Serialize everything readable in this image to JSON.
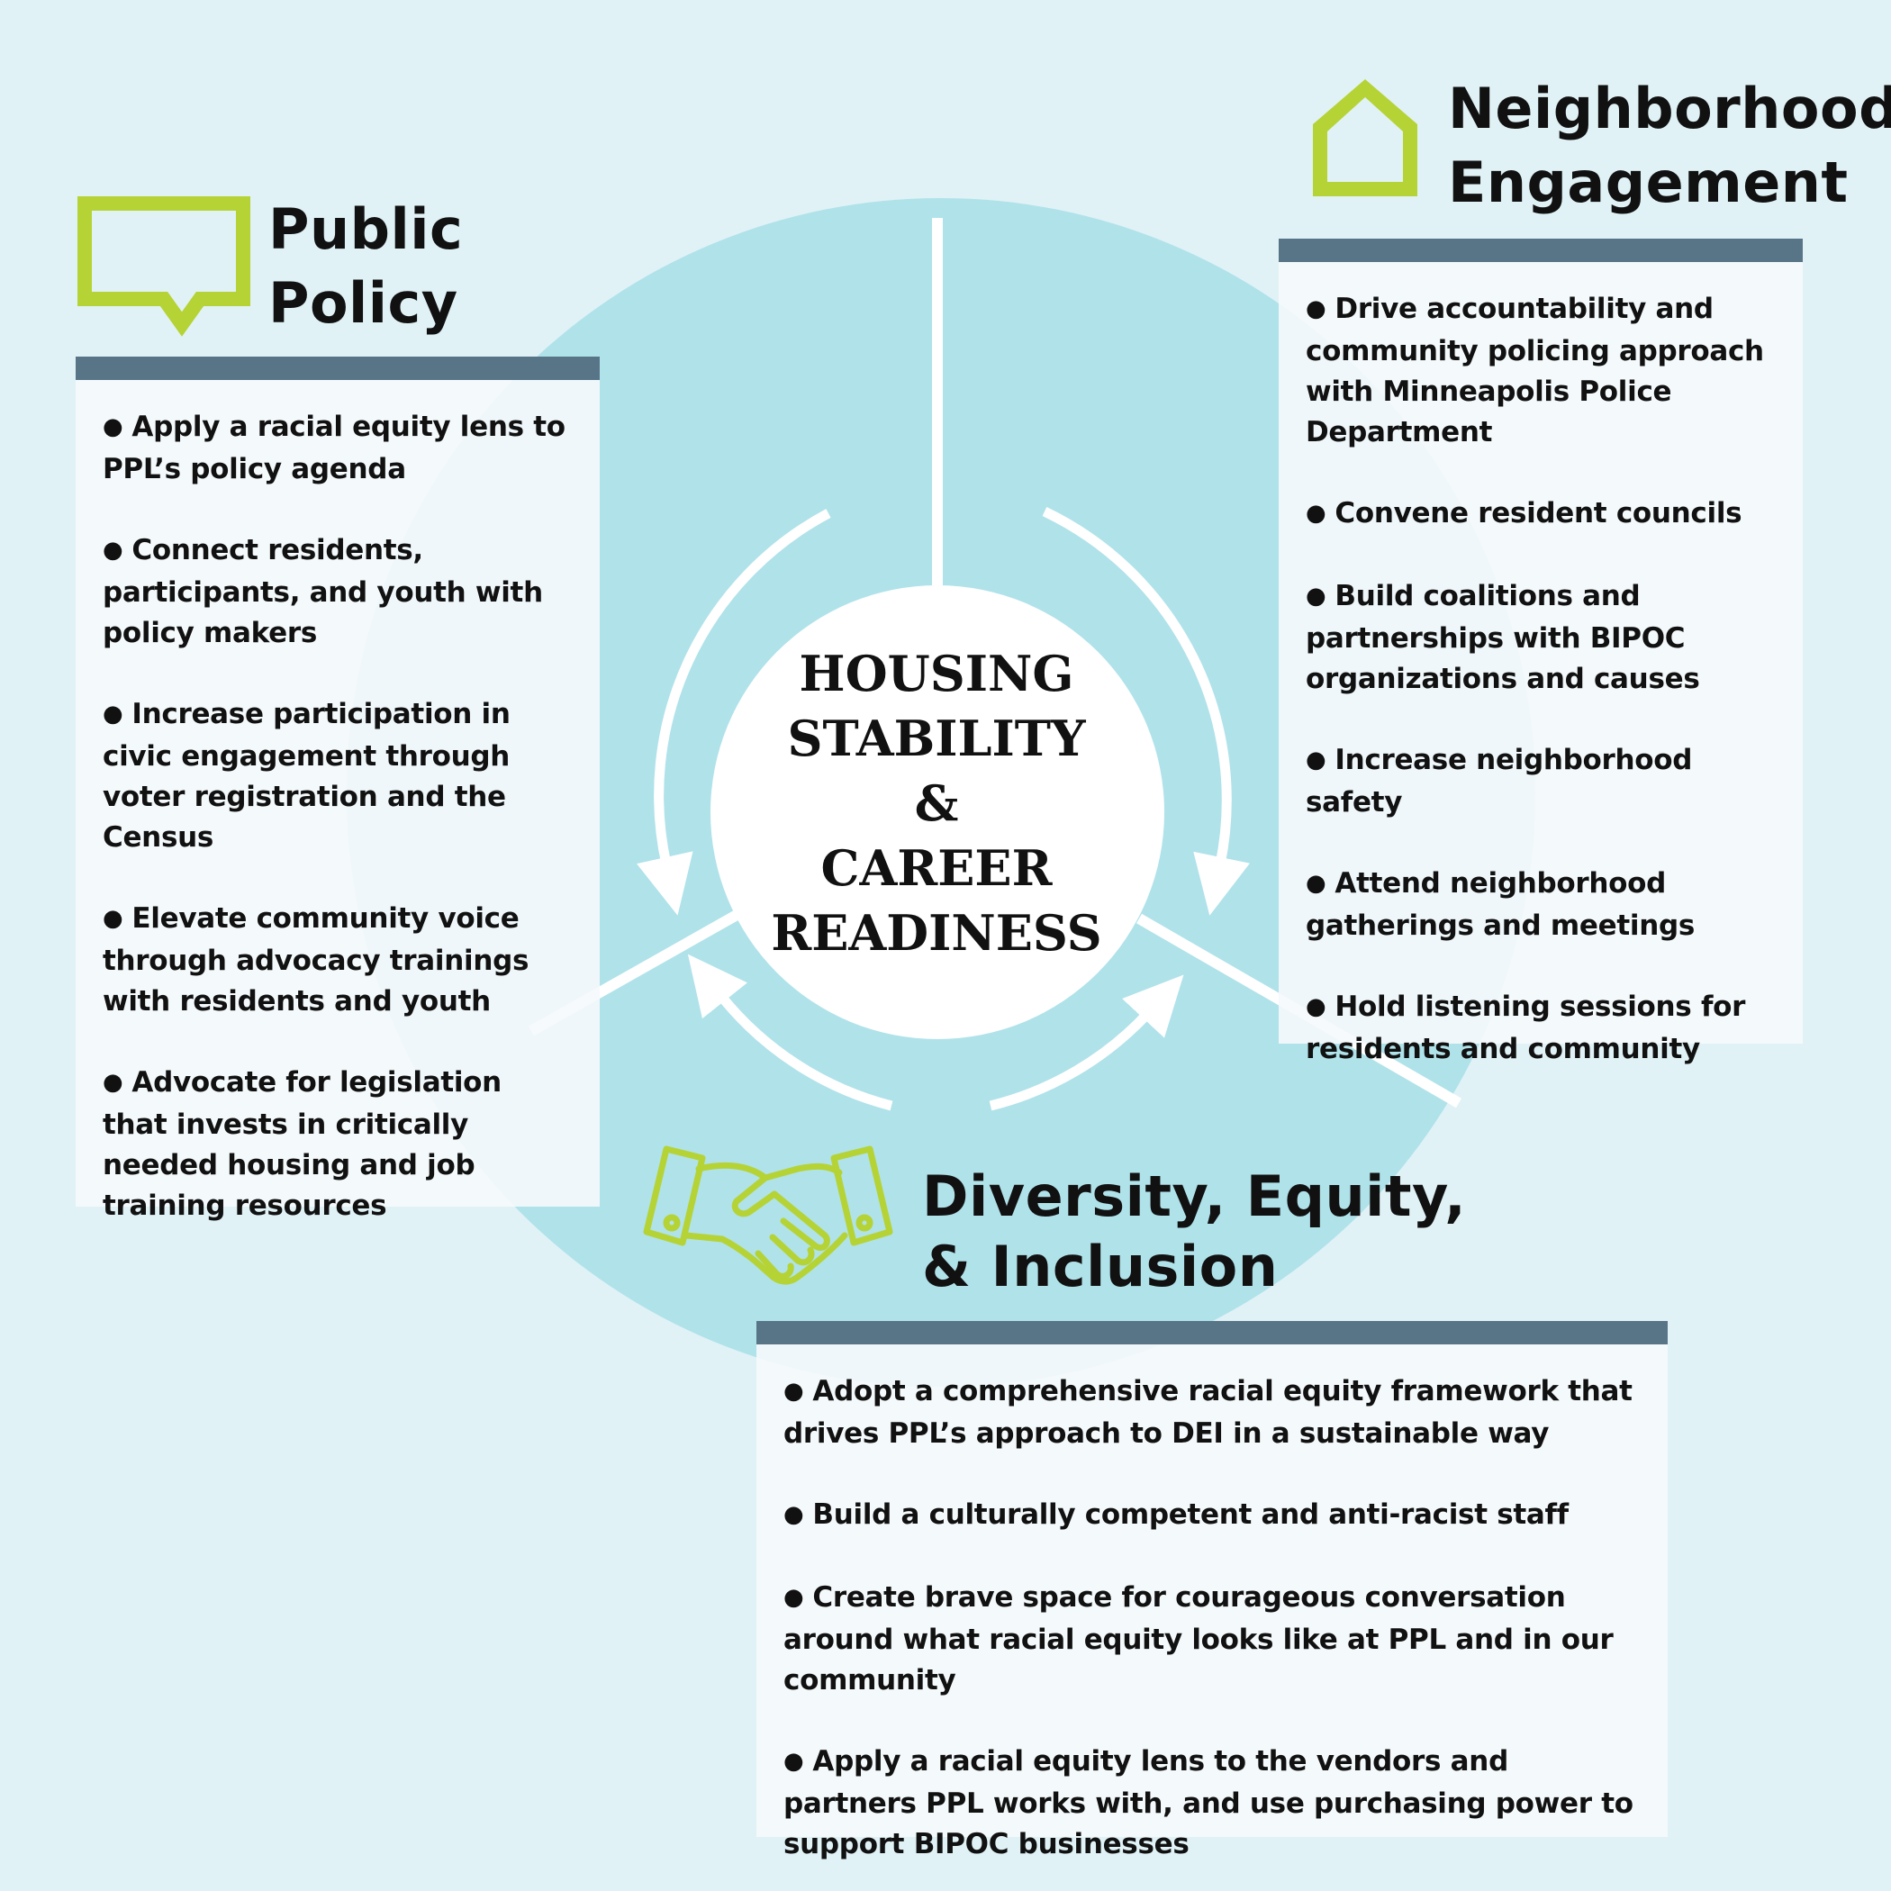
{
  "center": {
    "lines": [
      "HOUSING",
      "STABILITY",
      "&",
      "CAREER",
      "READINESS"
    ]
  },
  "public_policy": {
    "title_lines": [
      "Public",
      "Policy"
    ],
    "icon": "speech-bubble-icon",
    "items": [
      "Apply a racial equity lens to PPL’s policy agenda",
      "Connect residents, participants, and youth with policy makers",
      "Increase participation in civic engagement through voter registration and the Census",
      "Elevate community voice through advocacy trainings with residents and youth",
      "Advocate for legislation that invests in critically needed housing and job training resources"
    ]
  },
  "neighborhood_engagement": {
    "title_lines": [
      "Neighborhood",
      "Engagement"
    ],
    "icon": "house-icon",
    "items": [
      "Drive accountability and community policing approach with Minneapolis Police Department",
      "Convene resident councils",
      "Build coalitions and partnerships with BIPOC organizations and causes",
      "Increase neighborhood safety",
      "Attend neighborhood gatherings and meetings",
      "Hold listening sessions for residents and community"
    ]
  },
  "dei": {
    "title_lines": [
      "Diversity, Equity,",
      "& Inclusion"
    ],
    "icon": "handshake-icon",
    "items": [
      "Adopt a comprehensive racial equity framework that drives PPL’s approach to DEI in a sustainable way",
      "Build a culturally competent and anti-racist staff",
      "Create brave space for courageous conversation around what racial equity looks like at PPL and in our community",
      "Apply a racial equity lens to the vendors and partners PPL works with, and use purchasing power to support BIPOC businesses"
    ]
  },
  "colors": {
    "background": "#e0f2f6",
    "big_circle": "#b0e2ea",
    "accent_green": "#b5d335",
    "panel_header": "#587588",
    "arrows": "#ffffff"
  }
}
